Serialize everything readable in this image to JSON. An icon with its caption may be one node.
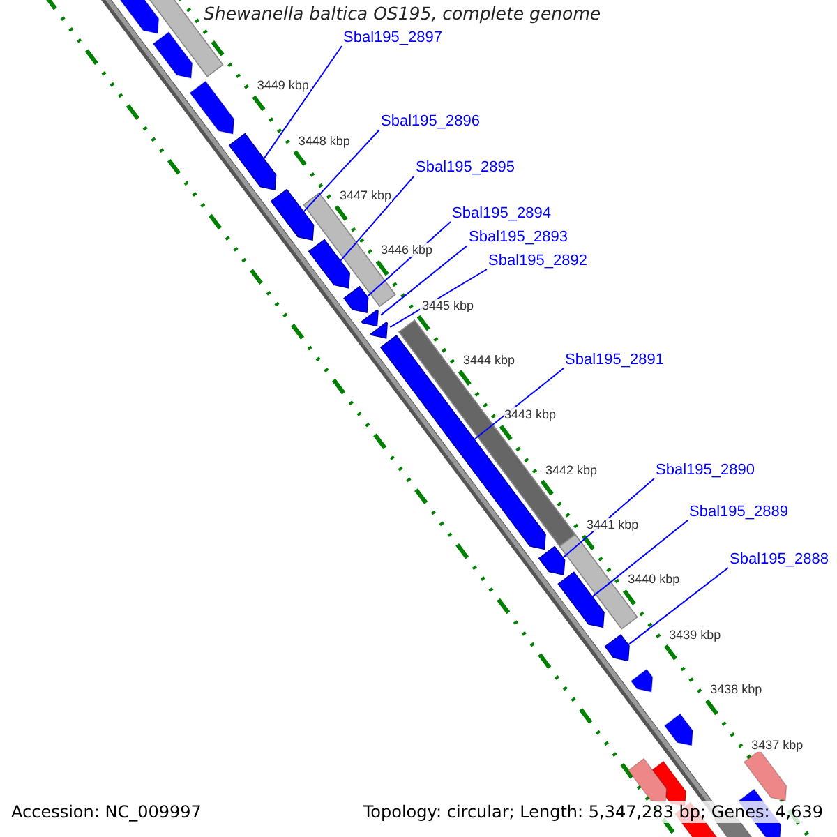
{
  "diagram": {
    "title": "Shewanella baltica OS195, complete genome",
    "nodes": [
      {
        "text": [
          "Sbal195_2897"
        ]
      },
      {
        "text": [
          "Sbal195_2896"
        ]
      },
      {
        "text": [
          "Sbal195_2895"
        ]
      },
      {
        "text": [
          "Sbal195_2894"
        ]
      },
      {
        "text": [
          "Sbal195_2893"
        ]
      },
      {
        "text": [
          "Sbal195_2892"
        ]
      },
      {
        "text": [
          "Sbal195_2891"
        ]
      },
      {
        "text": [
          "Sbal195_2890"
        ]
      },
      {
        "text": [
          "Sbal195_2889"
        ]
      },
      {
        "text": [
          "Sbal195_2888"
        ]
      },
      {
        "text": [],
        "shape": "arrow"
      },
      {
        "text": [],
        "shape": "arrow"
      },
      {
        "text": [],
        "shape": "arrow"
      },
      {
        "text": [],
        "shape": "arrow"
      },
      {
        "text": [],
        "shape": "arrow"
      },
      {
        "text": [],
        "shape": "arrow"
      },
      {
        "text": [],
        "shape": "arrow"
      },
      {
        "text": [],
        "shape": "arrow"
      },
      {
        "text": [],
        "shape": "arrow"
      },
      {
        "text": [],
        "shape": "arrow"
      }
    ],
    "edges": [
      {
        "from": 0,
        "to": 10,
        "arrow": "none"
      },
      {
        "from": 1,
        "to": 11,
        "arrow": "none"
      },
      {
        "from": 2,
        "to": 12,
        "arrow": "none"
      },
      {
        "from": 3,
        "to": 13,
        "arrow": "none"
      },
      {
        "from": 4,
        "to": 14,
        "arrow": "none"
      },
      {
        "from": 5,
        "to": 15,
        "arrow": "none"
      },
      {
        "from": 6,
        "to": 16,
        "arrow": "none"
      },
      {
        "from": 7,
        "to": 17,
        "arrow": "none"
      },
      {
        "from": 8,
        "to": 18,
        "arrow": "none"
      },
      {
        "from": 9,
        "to": 19,
        "arrow": "none"
      }
    ],
    "labels": [
      "3449 kbp",
      "3448 kbp",
      "3447 kbp",
      "3446 kbp",
      "3445 kbp",
      "3444 kbp",
      "3443 kbp",
      "3442 kbp",
      "3441 kbp",
      "3440 kbp",
      "3439 kbp",
      "3438 kbp",
      "3437 kbp",
      "Accession: NC_009997",
      "Topology: circular; Length: 5,347,283 bp; Genes: 4,639"
    ]
  }
}
